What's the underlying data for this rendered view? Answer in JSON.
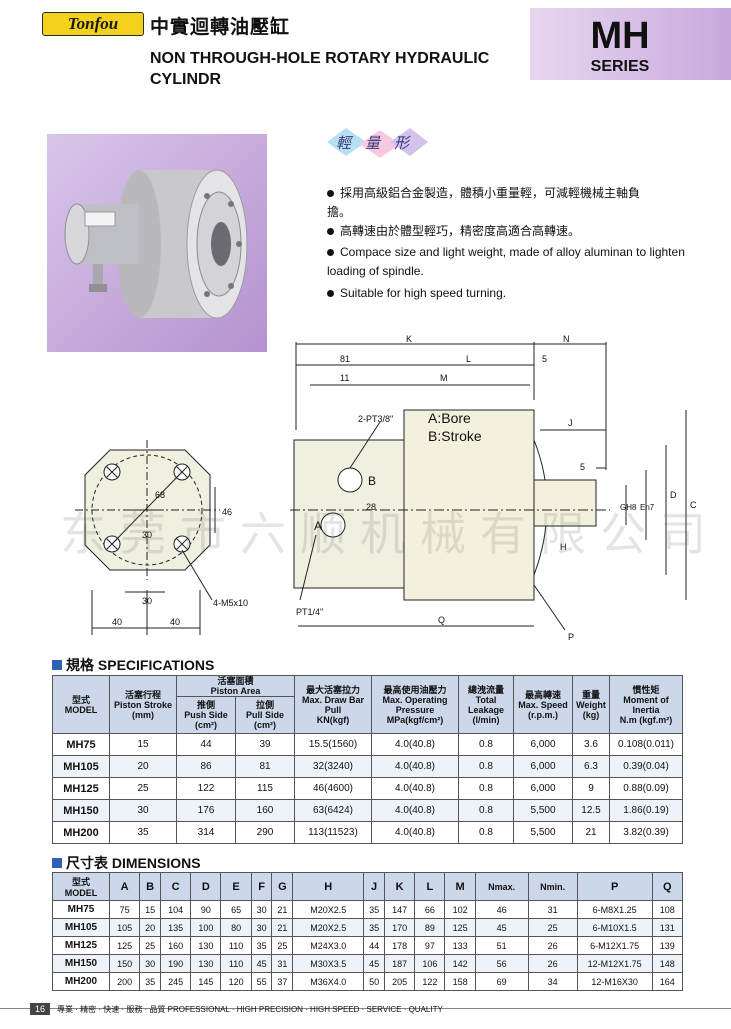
{
  "header": {
    "logo": "Tonfou",
    "title_zh": "中實迴轉油壓缸",
    "title_en": "NON THROUGH-HOLE ROTARY HYDRAULIC CYLINDR",
    "series_code": "MH",
    "series_label": "SERIES"
  },
  "features": {
    "badge_text": "輕量形",
    "bullets_zh": [
      "採用高級鋁合金製造，體積小重量輕，可減輕機械主軸負擔。",
      "高轉速由於體型輕巧，精密度高適合高轉速。"
    ],
    "bullets_en": [
      "Compace size and light weight, made of alloy aluminan to lighten loading of spindle.",
      "Suitable for high speed turning."
    ]
  },
  "drawing": {
    "front_labels": {
      "d68": "68",
      "d30_top": "30",
      "d46": "46",
      "d30_bottom": "30",
      "screw": "4-M5x10",
      "w40a": "40",
      "w40b": "40"
    },
    "side_labels": {
      "K": "K",
      "N": "N",
      "d81": "81",
      "L": "L",
      "d5_top": "5",
      "d11": "11",
      "M": "M",
      "port_top": "2-PT3/8\"",
      "bore": "A:Bore",
      "stroke": "B:Stroke",
      "J": "J",
      "d5_right": "5",
      "GH8": "GH8",
      "En7": "En7",
      "D": "D",
      "C": "C",
      "H": "H",
      "B": "B",
      "d28": "28",
      "A": "A",
      "port_bottom": "PT1/4\"",
      "Q": "Q",
      "P": "P"
    }
  },
  "watermark": "东莞市六顺机械有限公司",
  "specs": {
    "heading_zh": "規格",
    "heading_en": "SPECIFICATIONS",
    "headers": {
      "model_zh": "型式",
      "model_en": "MODEL",
      "stroke_zh": "活塞行程",
      "stroke_en": "Piston Stroke",
      "stroke_unit": "(mm)",
      "area_zh": "活塞面積",
      "area_en": "Piston Area",
      "push_zh": "推側",
      "push_en": "Push Side",
      "push_unit": "(cm²)",
      "pull_zh": "拉側",
      "pull_en": "Pull Side",
      "pull_unit": "(cm²)",
      "draw_zh": "最大活塞拉力",
      "draw_en": "Max. Draw Bar Pull",
      "draw_unit": "KN(kgf)",
      "press_zh": "最高使用油壓力",
      "press_en": "Max. Operating Pressure",
      "press_unit": "MPa(kgf/cm²)",
      "leak_zh": "總洩流量",
      "leak_en": "Total Leakage",
      "leak_unit": "(l/min)",
      "speed_zh": "最高轉速",
      "speed_en": "Max. Speed",
      "speed_unit": "(r.p.m.)",
      "weight_zh": "重量",
      "weight_en": "Weight",
      "weight_unit": "(kg)",
      "inertia_zh": "慣性矩",
      "inertia_en": "Moment of Inertia",
      "inertia_unit": "N.m (kgf.m²)"
    },
    "rows": [
      [
        "MH75",
        "15",
        "44",
        "39",
        "15.5(1560)",
        "4.0(40.8)",
        "0.8",
        "6,000",
        "3.6",
        "0.108(0.011)"
      ],
      [
        "MH105",
        "20",
        "86",
        "81",
        "32(3240)",
        "4.0(40.8)",
        "0.8",
        "6,000",
        "6.3",
        "0.39(0.04)"
      ],
      [
        "MH125",
        "25",
        "122",
        "115",
        "46(4600)",
        "4.0(40.8)",
        "0.8",
        "6,000",
        "9",
        "0.88(0.09)"
      ],
      [
        "MH150",
        "30",
        "176",
        "160",
        "63(6424)",
        "4.0(40.8)",
        "0.8",
        "5,500",
        "12.5",
        "1.86(0.19)"
      ],
      [
        "MH200",
        "35",
        "314",
        "290",
        "113(11523)",
        "4.0(40.8)",
        "0.8",
        "5,500",
        "21",
        "3.82(0.39)"
      ]
    ]
  },
  "dimensions": {
    "heading_zh": "尺寸表",
    "heading_en": "DIMENSIONS",
    "model_zh": "型式",
    "model_en": "MODEL",
    "columns": [
      "A",
      "B",
      "C",
      "D",
      "E",
      "F",
      "G",
      "H",
      "J",
      "K",
      "L",
      "M",
      "Nmax.",
      "Nmin.",
      "P",
      "Q"
    ],
    "rows": [
      [
        "MH75",
        "75",
        "15",
        "104",
        "90",
        "65",
        "30",
        "21",
        "M20X2.5",
        "35",
        "147",
        "66",
        "102",
        "46",
        "31",
        "6-M8X1.25",
        "108"
      ],
      [
        "MH105",
        "105",
        "20",
        "135",
        "100",
        "80",
        "30",
        "21",
        "M20X2.5",
        "35",
        "170",
        "89",
        "125",
        "45",
        "25",
        "6-M10X1.5",
        "131"
      ],
      [
        "MH125",
        "125",
        "25",
        "160",
        "130",
        "110",
        "35",
        "25",
        "M24X3.0",
        "44",
        "178",
        "97",
        "133",
        "51",
        "26",
        "6-M12X1.75",
        "139"
      ],
      [
        "MH150",
        "150",
        "30",
        "190",
        "130",
        "110",
        "45",
        "31",
        "M30X3.5",
        "45",
        "187",
        "106",
        "142",
        "56",
        "26",
        "12-M12X1.75",
        "148"
      ],
      [
        "MH200",
        "200",
        "35",
        "245",
        "145",
        "120",
        "55",
        "37",
        "M36X4.0",
        "50",
        "205",
        "122",
        "158",
        "69",
        "34",
        "12-M16X30",
        "164"
      ]
    ]
  },
  "footer": {
    "page": "16",
    "text": "專業 · 精密 · 快速 · 服務 · 品質 PROFESSIONAL · HIGH PRECISION · HIGH SPEED · SERVICE · QUALITY"
  }
}
